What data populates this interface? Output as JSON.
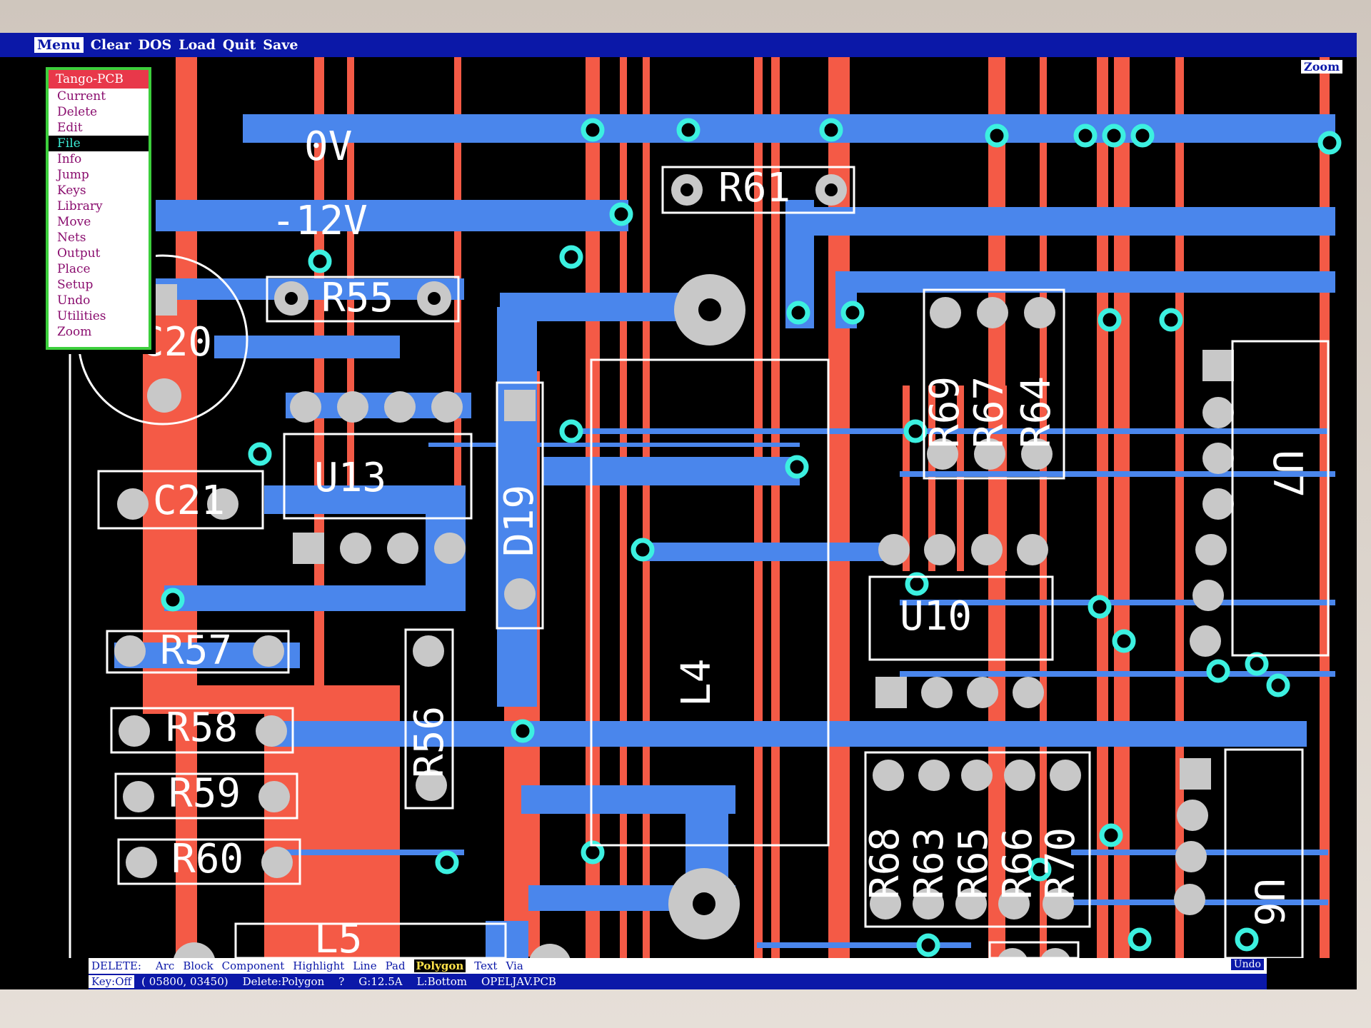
{
  "top_menu": {
    "menu_label": "Menu",
    "items": [
      "Clear",
      "DOS",
      "Load",
      "Quit",
      "Save"
    ],
    "zoom_label": "Zoom"
  },
  "popup": {
    "title": "Tango-PCB",
    "items": [
      "Current",
      "Delete",
      "Edit",
      "File",
      "Info",
      "Jump",
      "Keys",
      "Library",
      "Move",
      "Nets",
      "Output",
      "Place",
      "Setup",
      "Undo",
      "Utilities",
      "Zoom"
    ],
    "selected": "File"
  },
  "board": {
    "net_labels": {
      "ground": "0V",
      "negative": "-12V"
    },
    "components": {
      "r61": "R61",
      "r55": "R55",
      "c20": "C20",
      "c21": "C21",
      "u13": "U13",
      "d19": "D19",
      "r57": "R57",
      "r58": "R58",
      "r59": "R59",
      "r60": "R60",
      "r56": "R56",
      "l4": "L4",
      "l5": "L5",
      "u10": "U10",
      "u7": "U7",
      "u6": "U6",
      "r69": "R69",
      "r67": "R67",
      "r64": "R64",
      "r68": "R68",
      "r63": "R63",
      "r65": "R65",
      "r66": "R66",
      "r70": "R70"
    },
    "colors": {
      "background": "#000000",
      "top_copper": "#4a86ec",
      "bottom_copper": "#f45a46",
      "via": "#3cf0e0",
      "pad": "#c8c8c8",
      "silkscreen": "#ffffff"
    }
  },
  "command_bar": {
    "title": "DELETE:",
    "items": [
      "Arc",
      "Block",
      "Component",
      "Highlight",
      "Line",
      "Pad",
      "Polygon",
      "Text",
      "Via"
    ],
    "selected": "Polygon",
    "undo_label": "Undo"
  },
  "status_bar": {
    "key": "Key:Off",
    "coords": "( 05800, 03450)",
    "mode": "Delete:Polygon",
    "help": "?",
    "grid": "G:12.5A",
    "layer": "L:Bottom",
    "file": "OPELJAV.PCB"
  }
}
